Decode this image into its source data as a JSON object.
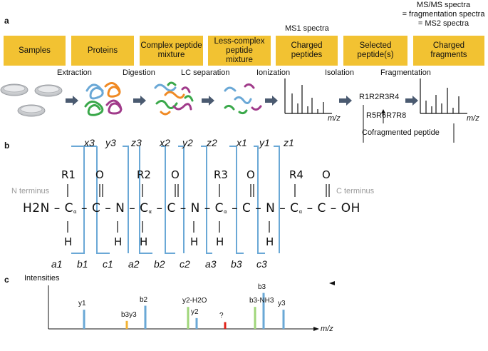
{
  "panels": {
    "a": "a",
    "b": "b",
    "c": "c"
  },
  "header_note": {
    "line1": "MS/MS spectra",
    "line2": "= fragmentation spectra",
    "line3": "= MS2 spectra"
  },
  "ms1_note": "MS1 spectra",
  "stages": [
    {
      "line1": "Samples",
      "line2": "",
      "line3": ""
    },
    {
      "line1": "Proteins",
      "line2": "",
      "line3": ""
    },
    {
      "line1": "Complex peptide",
      "line2": "mixture",
      "line3": ""
    },
    {
      "line1": "Less-complex",
      "line2": "peptide",
      "line3": "mixture"
    },
    {
      "line1": "Charged",
      "line2": "peptides",
      "line3": ""
    },
    {
      "line1": "Selected",
      "line2": "peptide(s)",
      "line3": ""
    },
    {
      "line1": "Charged",
      "line2": "fragments",
      "line3": ""
    }
  ],
  "steps": [
    "Extraction",
    "Digestion",
    "LC separation",
    "Ionization",
    "Isolation",
    "Fragmentation"
  ],
  "mz_label": "m/z",
  "selected_peptide": "R1R2R3R4",
  "cofragmented_sequence": "R5R6R7R8",
  "cofragmented_label": "Cofragmented peptide",
  "structure": {
    "n_terminus": "N terminus",
    "c_terminus": "C terminus",
    "n_group": "H2N",
    "c_group": "OH",
    "top_ions": [
      "x3",
      "y3",
      "z3",
      "x2",
      "y2",
      "z2",
      "x1",
      "y1",
      "z1"
    ],
    "bottom_ions": [
      "a1",
      "b1",
      "c1",
      "a2",
      "b2",
      "c2",
      "a3",
      "b3",
      "c3"
    ],
    "side_chains": [
      "R1",
      "R2",
      "R3",
      "R4"
    ]
  },
  "spectrum_c": {
    "ylabel": "Intensities",
    "xlabel": "m/z",
    "peaks": [
      {
        "label": "y1",
        "height": 0.48,
        "color": "#6aa8d6"
      },
      {
        "label": "b3y3",
        "height": 0.2,
        "color": "#f2b233"
      },
      {
        "label": "b2",
        "height": 0.58,
        "color": "#6aa8d6"
      },
      {
        "label": "y2-H2O",
        "height": 0.55,
        "color": "#9fd67a"
      },
      {
        "label": "y2",
        "height": 0.27,
        "color": "#6aa8d6"
      },
      {
        "label": "?",
        "height": 0.17,
        "color": "#e0231a"
      },
      {
        "label": "b3-NH3",
        "height": 0.55,
        "color": "#9fd67a"
      },
      {
        "label": "b3",
        "height": 0.9,
        "color": "#6aa8d6"
      },
      {
        "label": "y3",
        "height": 0.48,
        "color": "#6aa8d6"
      }
    ]
  },
  "colors": {
    "box": "#f2c232",
    "bracket": "#6aa8d6",
    "arrow": "#4a5a70"
  }
}
